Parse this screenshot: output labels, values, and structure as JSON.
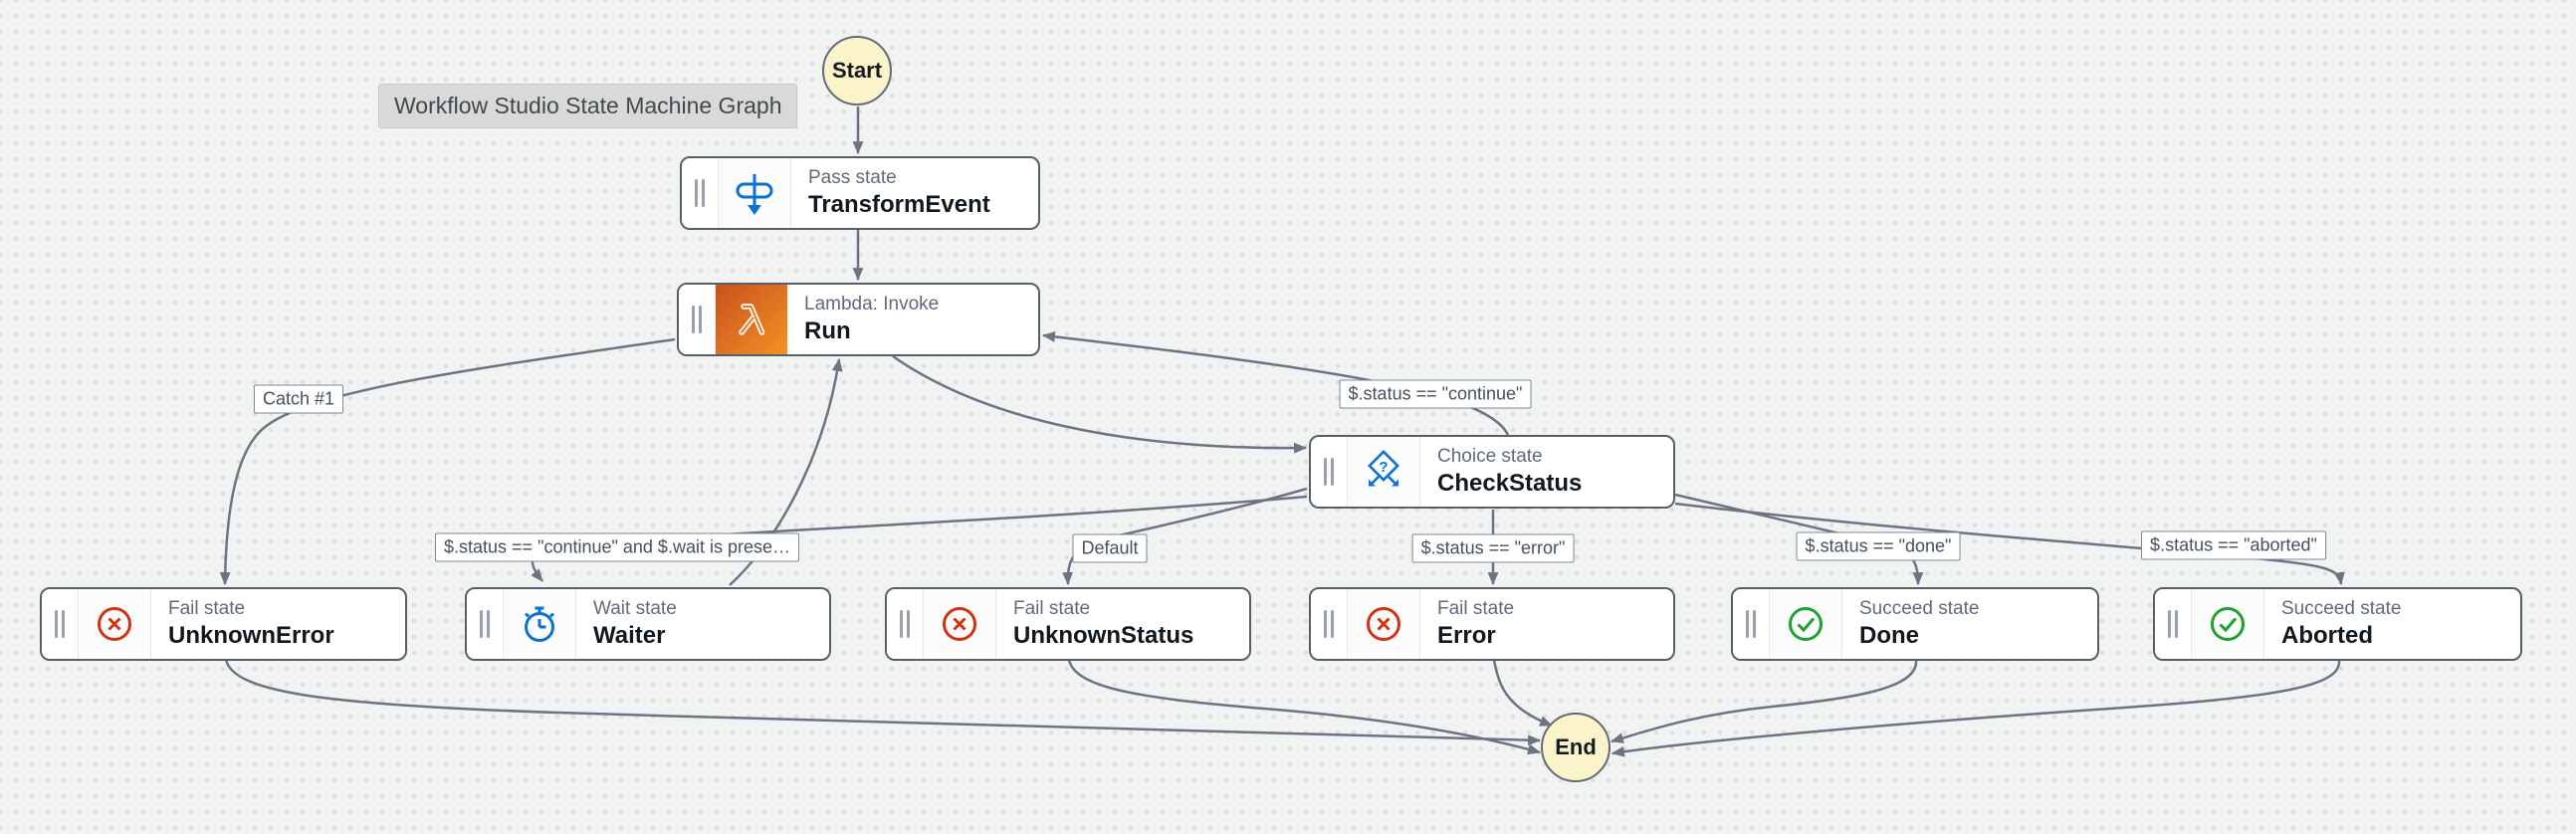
{
  "tooltip": {
    "text": "Workflow Studio State Machine Graph"
  },
  "terminals": {
    "start": "Start",
    "end": "End"
  },
  "nodes": [
    {
      "type_label": "Pass state",
      "name": "TransformEvent",
      "icon": "pass-icon"
    },
    {
      "type_label": "Lambda: Invoke",
      "name": "Run",
      "icon": "lambda-icon"
    },
    {
      "type_label": "Choice state",
      "name": "CheckStatus",
      "icon": "choice-icon"
    },
    {
      "type_label": "Fail state",
      "name": "UnknownError",
      "icon": "fail-icon"
    },
    {
      "type_label": "Wait state",
      "name": "Waiter",
      "icon": "wait-icon"
    },
    {
      "type_label": "Fail state",
      "name": "UnknownStatus",
      "icon": "fail-icon"
    },
    {
      "type_label": "Fail state",
      "name": "Error",
      "icon": "fail-icon"
    },
    {
      "type_label": "Succeed state",
      "name": "Done",
      "icon": "succeed-icon"
    },
    {
      "type_label": "Succeed state",
      "name": "Aborted",
      "icon": "succeed-icon"
    }
  ],
  "edge_labels": [
    {
      "text": "Catch #1"
    },
    {
      "text": "$.status == \"continue\""
    },
    {
      "text": "$.status == \"continue\" and $.wait is prese…"
    },
    {
      "text": "Default"
    },
    {
      "text": "$.status == \"error\""
    },
    {
      "text": "$.status == \"done\""
    },
    {
      "text": "$.status == \"aborted\""
    }
  ],
  "edges": [
    {
      "from": "Start",
      "to": "TransformEvent"
    },
    {
      "from": "TransformEvent",
      "to": "Run"
    },
    {
      "from": "Run",
      "to": "CheckStatus"
    },
    {
      "from": "CheckStatus",
      "to": "Run",
      "label": "$.status == \"continue\""
    },
    {
      "from": "Run",
      "to": "UnknownError",
      "label": "Catch #1"
    },
    {
      "from": "CheckStatus",
      "to": "Waiter",
      "label": "$.status == \"continue\" and $.wait is prese…"
    },
    {
      "from": "Waiter",
      "to": "Run"
    },
    {
      "from": "CheckStatus",
      "to": "UnknownStatus",
      "label": "Default"
    },
    {
      "from": "CheckStatus",
      "to": "Error",
      "label": "$.status == \"error\""
    },
    {
      "from": "CheckStatus",
      "to": "Done",
      "label": "$.status == \"done\""
    },
    {
      "from": "CheckStatus",
      "to": "Aborted",
      "label": "$.status == \"aborted\""
    },
    {
      "from": "UnknownError",
      "to": "End"
    },
    {
      "from": "UnknownStatus",
      "to": "End"
    },
    {
      "from": "Error",
      "to": "End"
    },
    {
      "from": "Done",
      "to": "End"
    },
    {
      "from": "Aborted",
      "to": "End"
    }
  ],
  "colors": {
    "canvas_bg": "#f1f3f3",
    "dot_grid": "#d2d7d7",
    "node_border": "#565e69",
    "edge": "#6b7480",
    "accent_blue": "#0972d3",
    "fail_red": "#d13212",
    "succeed_green": "#1ea330",
    "lambda_gradient_start": "#c8511b",
    "lambda_gradient_end": "#f39224",
    "terminal_fill": "#fbf3c9",
    "label_text": "#45505d",
    "type_label_text": "#5f6b7a",
    "name_text": "#101820"
  }
}
